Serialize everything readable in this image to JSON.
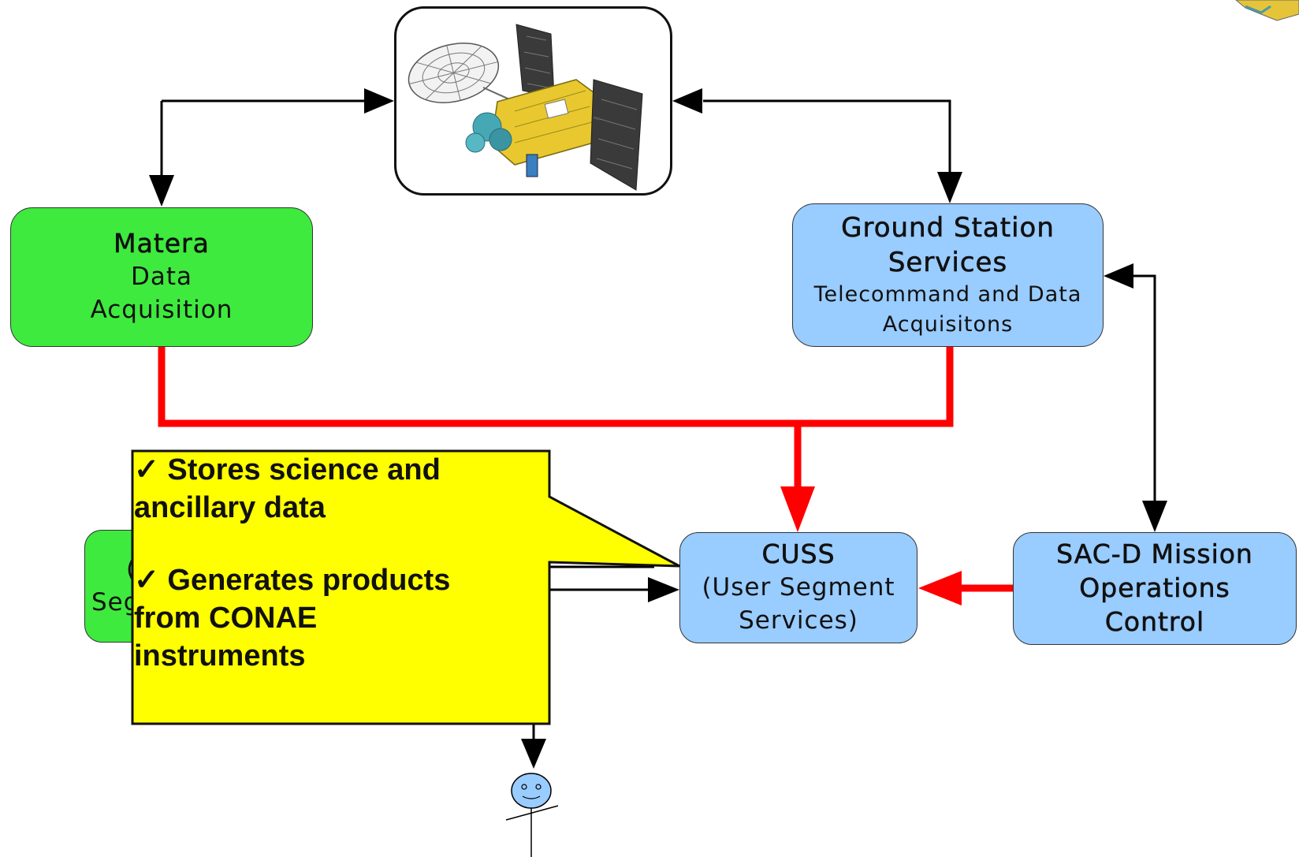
{
  "nodes": {
    "matera": {
      "title": "Matera",
      "line1": "Data",
      "line2": "Acquisition"
    },
    "ground_station": {
      "title_line1": "Ground Station",
      "title_line2": "Services",
      "sub_line1": "Telecommand and Data",
      "sub_line2": "Acquisitons"
    },
    "cuss": {
      "title": "CUSS",
      "line1": "(User Segment",
      "line2": "Services)"
    },
    "sacd": {
      "line1": "SAC-D Mission",
      "line2": "Operations",
      "line3": "Control"
    },
    "hidden_green": {
      "visible_fragment_1": "(",
      "visible_fragment_2": "Seg"
    }
  },
  "callout": {
    "bullet1_line1": "✓ Stores science and",
    "bullet1_line2": "ancillary data",
    "bullet2_line1": "✓ Generates products",
    "bullet2_line2": "from CONAE",
    "bullet2_line3": "instruments"
  },
  "colors": {
    "green_node": "#3eea3e",
    "blue_node": "#99ccff",
    "data_flow": "#ff0000",
    "control_flow": "#000000",
    "callout_fill": "#ffff00"
  }
}
